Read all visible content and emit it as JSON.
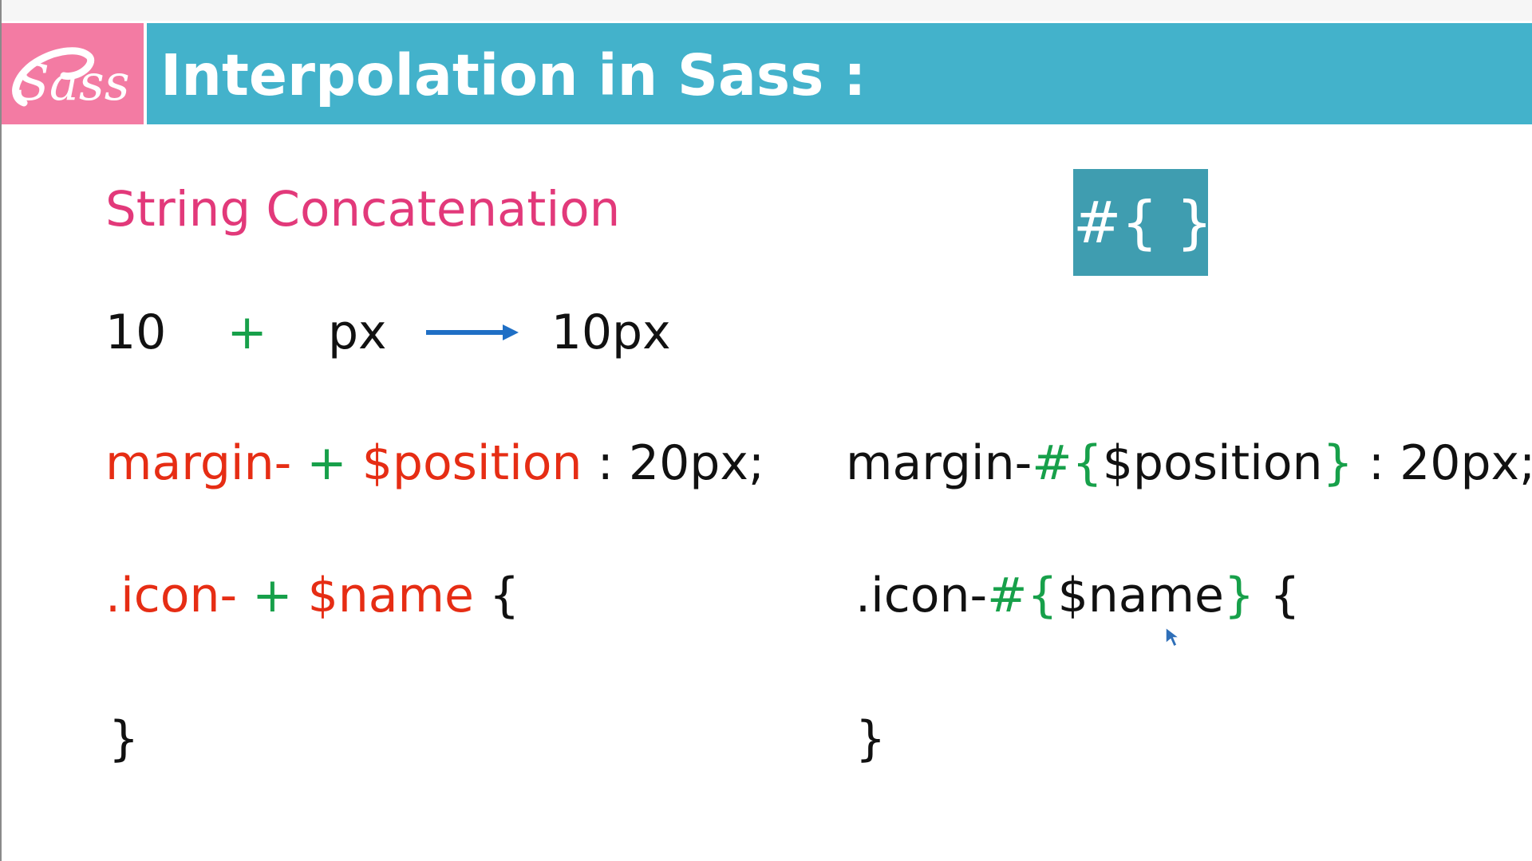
{
  "header": {
    "logo_text": "Sass",
    "title": "Interpolation in Sass :"
  },
  "left": {
    "heading": "String Concatenation",
    "example": {
      "number": "10",
      "plus": "+",
      "unit": "px",
      "result": "10px"
    },
    "margin_line": {
      "prefix": "margin-",
      "plus": "+",
      "variable": "$position",
      "rest": ": 20px;"
    },
    "icon_line": {
      "prefix": ".icon-",
      "plus": "+",
      "variable": "$name",
      "brace_open": "{"
    },
    "brace_close": "}"
  },
  "right": {
    "badge": "#{ }",
    "margin_line": {
      "prefix": "margin-",
      "hash_open": "#{",
      "variable": "$position",
      "brace_close": "}",
      "rest": ": 20px;"
    },
    "icon_line": {
      "prefix": ".icon-",
      "hash_open": "#{",
      "variable": "$name",
      "brace_close": "}",
      "brace_open": "{"
    },
    "brace_close": "}"
  },
  "colors": {
    "header_bar": "#43b2cb",
    "logo_bg": "#f37ba3",
    "subtitle": "#e2397a",
    "badge_bg": "#3f9db0",
    "red_token": "#e62d14",
    "green_token": "#17a04a",
    "arrow": "#1f6fc5"
  },
  "icons": {
    "arrow": "right-arrow-icon",
    "cursor": "mouse-pointer-icon"
  }
}
